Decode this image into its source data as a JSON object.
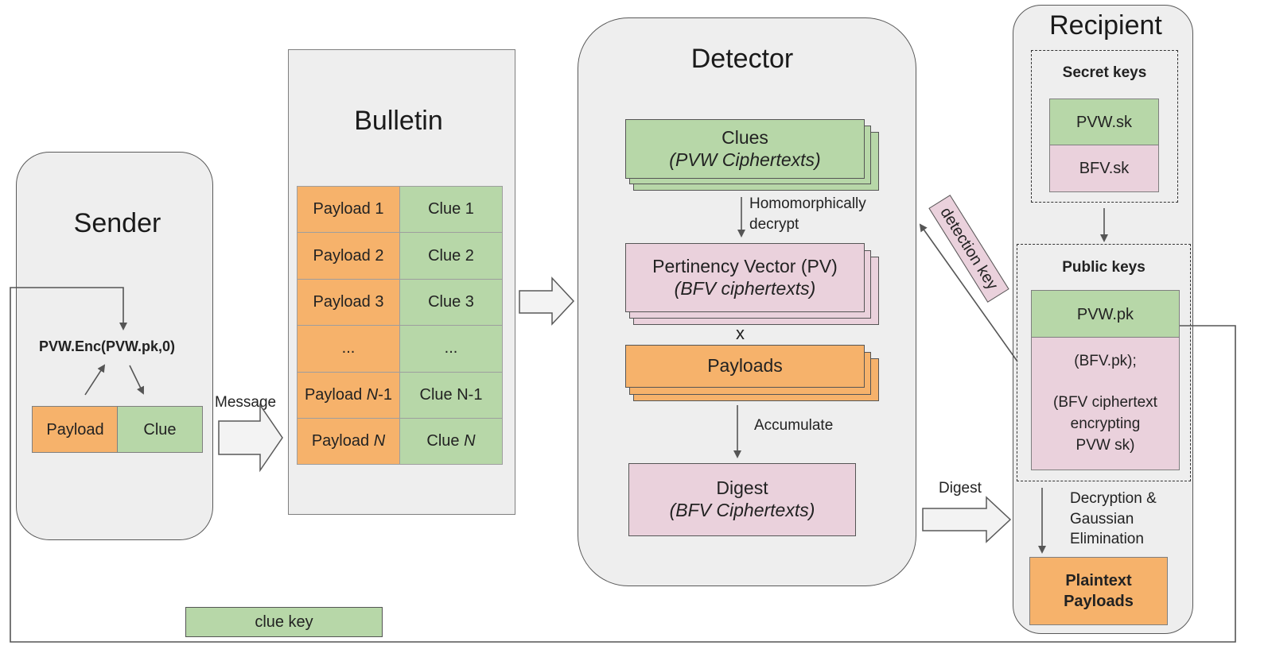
{
  "sender": {
    "title": "Sender",
    "enc_label": "PVW.Enc(PVW.pk,0)",
    "payload": "Payload",
    "clue": "Clue"
  },
  "message_label": "Message",
  "bulletin": {
    "title": "Bulletin",
    "rows": [
      {
        "payload_pre": "Payload 1",
        "payload_var": "",
        "clue_pre": "Clue 1",
        "clue_var": ""
      },
      {
        "payload_pre": "Payload 2",
        "payload_var": "",
        "clue_pre": "Clue 2",
        "clue_var": ""
      },
      {
        "payload_pre": "Payload 3",
        "payload_var": "",
        "clue_pre": "Clue 3",
        "clue_var": ""
      },
      {
        "payload_pre": "...",
        "payload_var": "",
        "clue_pre": "...",
        "clue_var": ""
      },
      {
        "payload_pre": "Payload ",
        "payload_var": "N",
        "payload_post": "-1",
        "clue_pre": "Clue N-1",
        "clue_var": ""
      },
      {
        "payload_pre": "Payload ",
        "payload_var": "N",
        "payload_post": "",
        "clue_pre": "Clue ",
        "clue_var": "N"
      }
    ]
  },
  "detector": {
    "title": "Detector",
    "clues": {
      "line1": "Clues",
      "line2": "(PVW Ciphertexts)"
    },
    "homomorphically": {
      "line1": "Homomorphically",
      "line2": "decrypt"
    },
    "pv": {
      "line1": "Pertinency Vector (PV)",
      "line2": "(BFV ciphertexts)"
    },
    "times": "x",
    "payloads": "Payloads",
    "accumulate": "Accumulate",
    "digest": {
      "line1": "Digest",
      "line2": "(BFV Ciphertexts)"
    }
  },
  "detection_key": "detection key",
  "digest_label": "Digest",
  "recipient": {
    "title": "Recipient",
    "secret_keys": "Secret keys",
    "pvw_sk": "PVW.sk",
    "bfv_sk": "BFV.sk",
    "public_keys": "Public keys",
    "pvw_pk": "PVW.pk",
    "bfv_pk_lines": [
      "(BFV.pk);",
      "",
      "(BFV ciphertext",
      "encrypting",
      "PVW sk)"
    ],
    "decryption": {
      "line1": "Decryption &",
      "line2": "Gaussian",
      "line3": "Elimination"
    },
    "plaintext": {
      "line1": "Plaintext",
      "line2": "Payloads"
    }
  },
  "clue_key": "clue key",
  "colors": {
    "clue_green": "#b7d7a8",
    "bfv_pink": "#ead1dc",
    "payload_orange": "#f6b26b",
    "panel_grey": "#eeeeee"
  }
}
